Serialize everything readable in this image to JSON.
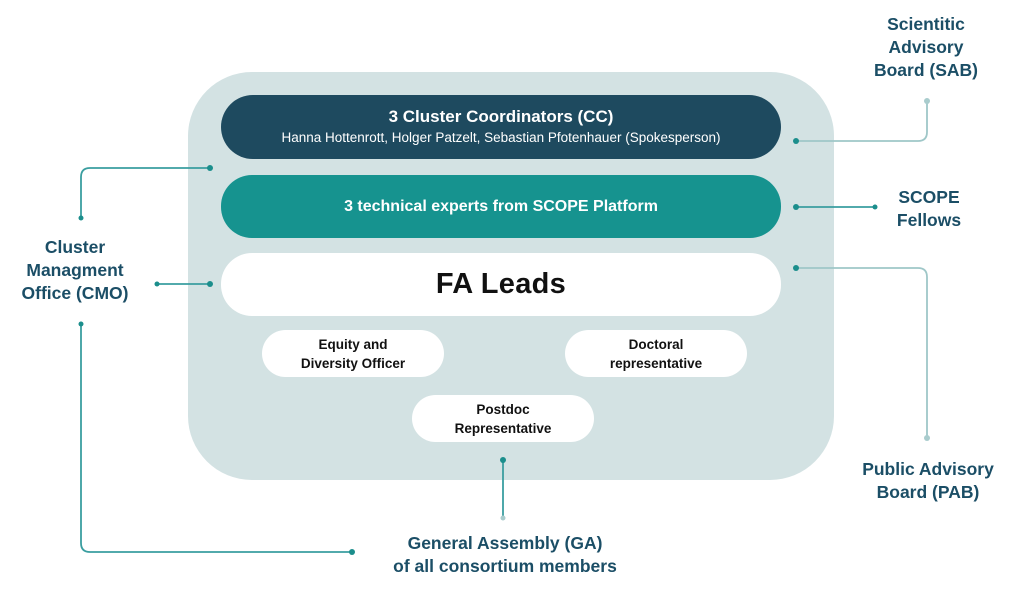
{
  "core": {
    "coordinators": {
      "title": "3 Cluster Coordinators (CC)",
      "members": "Hanna Hottenrott, Holger Patzelt, Sebastian Pfotenhauer (Spokesperson)"
    },
    "technical_experts": "3 technical experts from SCOPE Platform",
    "fa_leads": "FA Leads",
    "roles": {
      "equity": "Equity and\nDiversity Officer",
      "doctoral": "Doctoral\nrepresentative",
      "postdoc": "Postdoc\nRepresentative"
    }
  },
  "external": {
    "sab": "Scientitic\nAdvisory\nBoard (SAB)",
    "scope_fellows": "SCOPE\nFellows",
    "pab": "Public Advisory\nBoard (PAB)",
    "cmo": "Cluster\nManagment\nOffice (CMO)",
    "ga": "General Assembly (GA)\nof all consortium members"
  },
  "colors": {
    "frame_background": "#d3e2e3",
    "coordinators_bar": "#1e4a5f",
    "technical_bar": "#16938f",
    "external_label_text": "#1b4e66",
    "connector": "#3a9ea0"
  }
}
